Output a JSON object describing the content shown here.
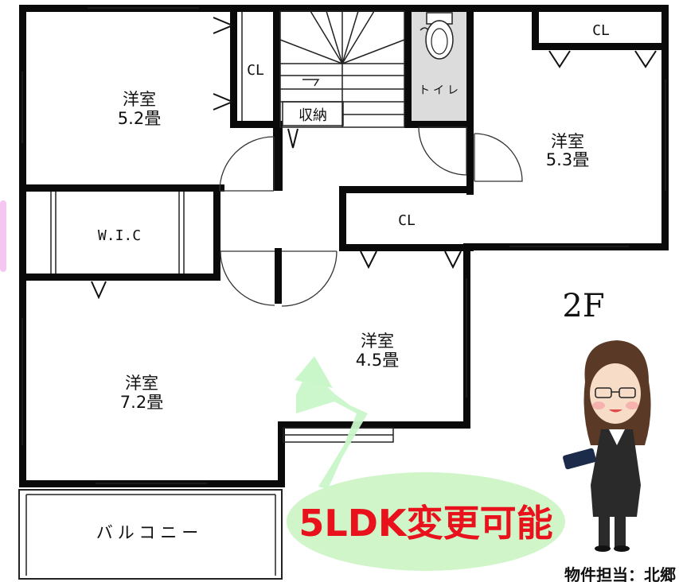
{
  "floor_label": "2F",
  "rooms": {
    "nw": {
      "name": "洋室",
      "size": "5.2畳"
    },
    "ne": {
      "name": "洋室",
      "size": "5.3畳"
    },
    "center": {
      "name": "洋室",
      "size": "4.5畳"
    },
    "sw": {
      "name": "洋室",
      "size": "7.2畳"
    }
  },
  "closets": {
    "cl_nw": "CL",
    "cl_ne": "CL",
    "cl_center": "CL",
    "storage": "収納",
    "wic": "W.I.C"
  },
  "toilet": "トイレ",
  "balcony": "バルコニー",
  "promo_text": "5LDK変更可能",
  "staff_caption": "物件担当：北郷",
  "colors": {
    "promo_bubble": "#cff5c8",
    "arrow_fill": "#c9f7c9",
    "promo_text": "#e8111c",
    "left_tab": "#f5c6f2",
    "toilet_fill": "#dcdcdc"
  }
}
